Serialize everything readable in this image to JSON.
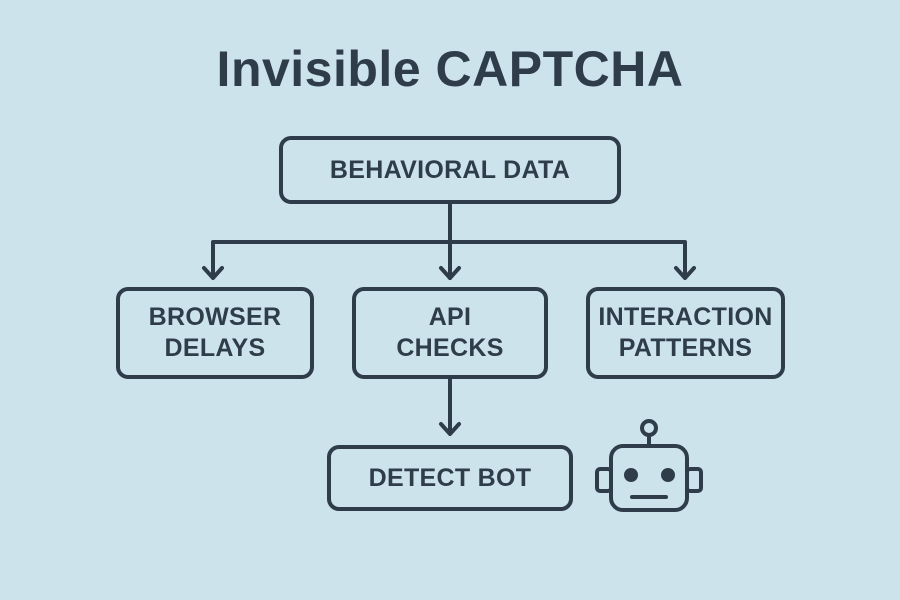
{
  "title": "Invisible CAPTCHA",
  "colors": {
    "background": "#cde3ec",
    "stroke": "#2f3d4a",
    "text": "#2f3d4a"
  },
  "nodes": {
    "root": {
      "label": "BEHAVIORAL DATA"
    },
    "browser": {
      "label": "BROWSER\nDELAYS"
    },
    "api": {
      "label": "API\nCHECKS"
    },
    "interaction": {
      "label": "INTERACTION\nPATTERNS"
    },
    "detect": {
      "label": "DETECT BOT"
    }
  },
  "edges": [
    {
      "from": "BEHAVIORAL DATA",
      "to": "BROWSER DELAYS"
    },
    {
      "from": "BEHAVIORAL DATA",
      "to": "API CHECKS"
    },
    {
      "from": "BEHAVIORAL DATA",
      "to": "INTERACTION PATTERNS"
    },
    {
      "from": "API CHECKS",
      "to": "DETECT BOT"
    }
  ],
  "icons": {
    "robot": "robot-icon"
  }
}
